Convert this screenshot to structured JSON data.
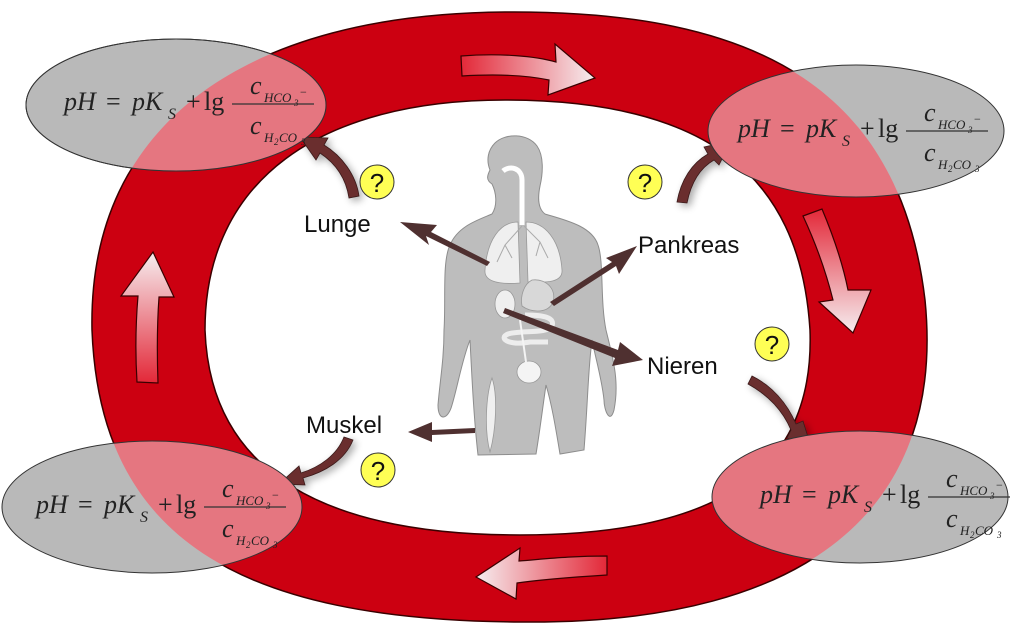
{
  "diagram": {
    "title": "",
    "colors": {
      "ring": "#cc0011",
      "ring_outline": "#3a0000",
      "ellipse_fill": "#b9b9b9",
      "ellipse_overlap": "#e57680",
      "body_silhouette": "#bdbdbd",
      "organ_arrow": "#4f3030",
      "curved_arrow": "#6b2e2e",
      "question_badge": "#ffff55",
      "flow_arrow_light": "#f4e2e4",
      "flow_arrow_dark": "#e32838"
    },
    "equation": {
      "lhs": "pH",
      "equals": "=",
      "pk": "pK",
      "pk_sub": "S",
      "plus": "+",
      "log": "lg",
      "numerator_c": "c",
      "numerator_sub": "HCO",
      "numerator_sub_index": "3",
      "numerator_charge": "−",
      "denominator_c": "c",
      "denominator_sub_a": "H",
      "denominator_sub_a_index": "2",
      "denominator_sub_b": "CO",
      "denominator_sub_b_index": "3"
    },
    "equation_nodes": [
      {
        "position": "top-left"
      },
      {
        "position": "top-right"
      },
      {
        "position": "bottom-right"
      },
      {
        "position": "bottom-left"
      }
    ],
    "organs": [
      {
        "name": "Lunge",
        "question": "?"
      },
      {
        "name": "Pankreas",
        "question": "?"
      },
      {
        "name": "Nieren",
        "question": "?"
      },
      {
        "name": "Muskel",
        "question": "?"
      }
    ],
    "flow_direction": "clockwise",
    "flow_arrows": [
      "top",
      "right",
      "bottom",
      "left"
    ]
  }
}
